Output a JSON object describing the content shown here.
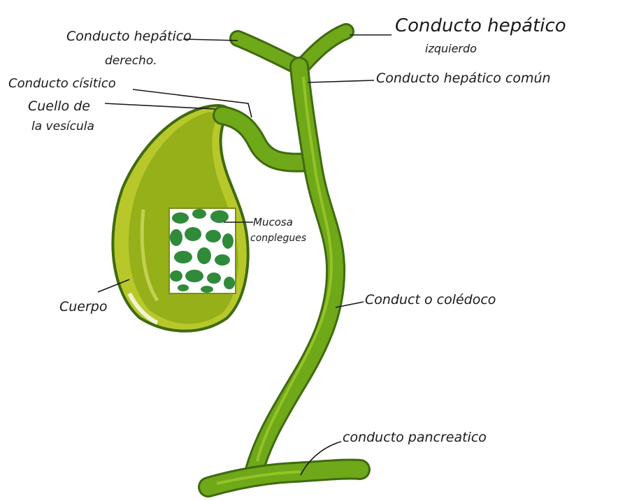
{
  "diagram": {
    "labels": {
      "right_hepatic_1": "Conducto hepático",
      "right_hepatic_2": "derecho.",
      "left_hepatic_1": "Conducto hepático",
      "left_hepatic_2": "izquierdo",
      "common_hepatic": "Conducto hepático común",
      "cystic": "Conducto císitico",
      "neck_1": "Cuello de",
      "neck_2": "la vesícula",
      "mucosa_1": "Mucosa",
      "mucosa_2": "conplegues",
      "body": "Cuerpo",
      "choledoch": "Conduct o colédoco",
      "pancreatic": "conducto pancreatico"
    },
    "colors": {
      "duct_green": "#6fa818",
      "duct_light": "#9cc92a",
      "gallbladder_green": "#8aa814",
      "gallbladder_light": "#b8c82a",
      "mucosa_dark": "#2f8a3a",
      "outline": "#3f6a10"
    }
  }
}
